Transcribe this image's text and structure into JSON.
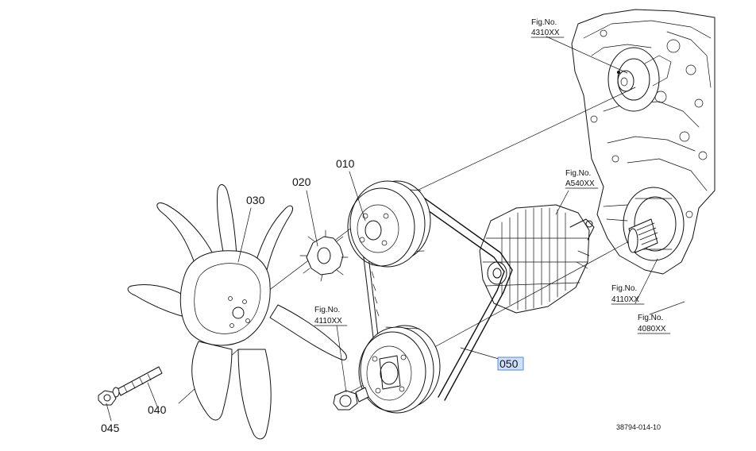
{
  "parts": [
    {
      "id": "p010",
      "number": "010"
    },
    {
      "id": "p020",
      "number": "020"
    },
    {
      "id": "p030",
      "number": "030"
    },
    {
      "id": "p040",
      "number": "040"
    },
    {
      "id": "p045",
      "number": "045"
    },
    {
      "id": "p050",
      "number": "050",
      "selected": true
    }
  ],
  "figure_refs": [
    {
      "title": "Fig.No.",
      "number": "4310XX"
    },
    {
      "title": "Fig.No.",
      "number": "A540XX"
    },
    {
      "title": "Fig.No.",
      "number": "4110XX"
    },
    {
      "title": "Fig.No.",
      "number": "4110XX"
    },
    {
      "title": "Fig.No.",
      "number": "4080XX"
    }
  ],
  "drawing_code": "38794-014-10",
  "colors": {
    "line": "#111111",
    "highlight": "#cfe0ff",
    "highlight_border": "#2e6fd6"
  }
}
